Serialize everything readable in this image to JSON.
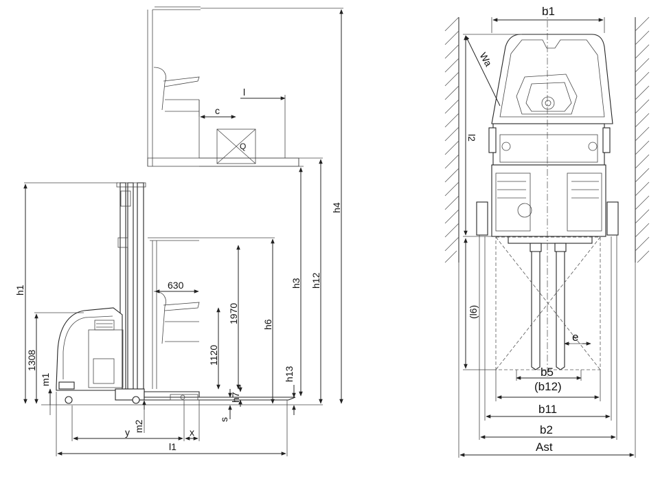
{
  "side_view": {
    "labels": {
      "h1": "h1",
      "h4": "h4",
      "h3": "h3",
      "h12": "h12",
      "h6": "h6",
      "h13": "h13",
      "h7": "h7",
      "m1": "m1",
      "m2": "m2",
      "s": "s",
      "y": "y",
      "x": "x",
      "l1": "l1",
      "l": "l",
      "c": "c",
      "Q": "Q",
      "val_1308": "1308",
      "val_630": "630",
      "val_1970": "1970",
      "val_1120": "1120"
    }
  },
  "top_view": {
    "labels": {
      "b1": "b1",
      "Wa": "Wa",
      "l2": "l2",
      "l6": "(l6)",
      "e": "e",
      "b5": "b5",
      "b12": "(b12)",
      "b11": "b11",
      "b2": "b2",
      "Ast": "Ast"
    }
  }
}
